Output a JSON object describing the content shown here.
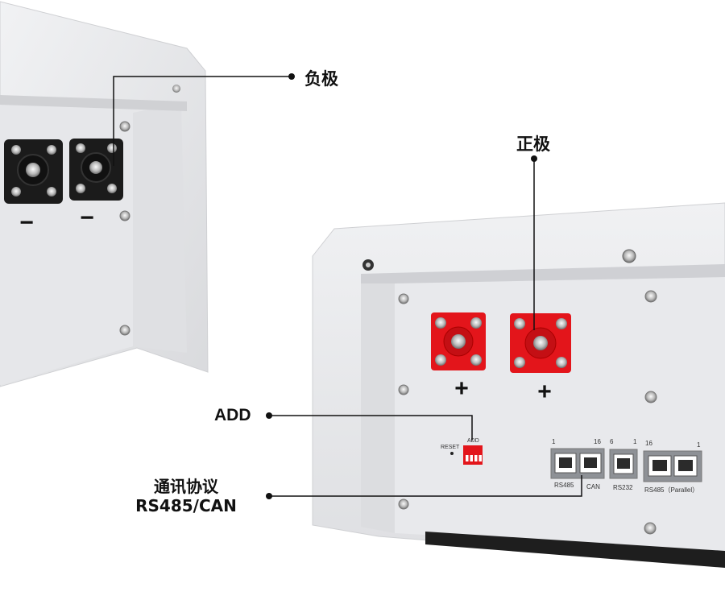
{
  "callouts": {
    "negative": "负极",
    "positive": "正极",
    "add": "ADD",
    "comm_line1": "通讯协议",
    "comm_line2": "RS485/CAN"
  },
  "panel": {
    "reset": "RESET",
    "add_small": "ADD",
    "port_rs485_can": {
      "left_num": "1",
      "right_num": "16",
      "label1": "RS485",
      "label2": "CAN"
    },
    "port_rs232": {
      "left_num": "6",
      "right_num": "1",
      "label": "RS232"
    },
    "port_parallel": {
      "left_num": "16",
      "right_num": "1",
      "label": "RS485（Parallel）"
    },
    "plus_symbol": "+",
    "minus_symbol": "−"
  },
  "colors": {
    "terminal_red": "#e3151b",
    "terminal_black": "#1b1b1b",
    "panel_gray": "#e9eaec",
    "frame_gray": "#dcdde0"
  }
}
